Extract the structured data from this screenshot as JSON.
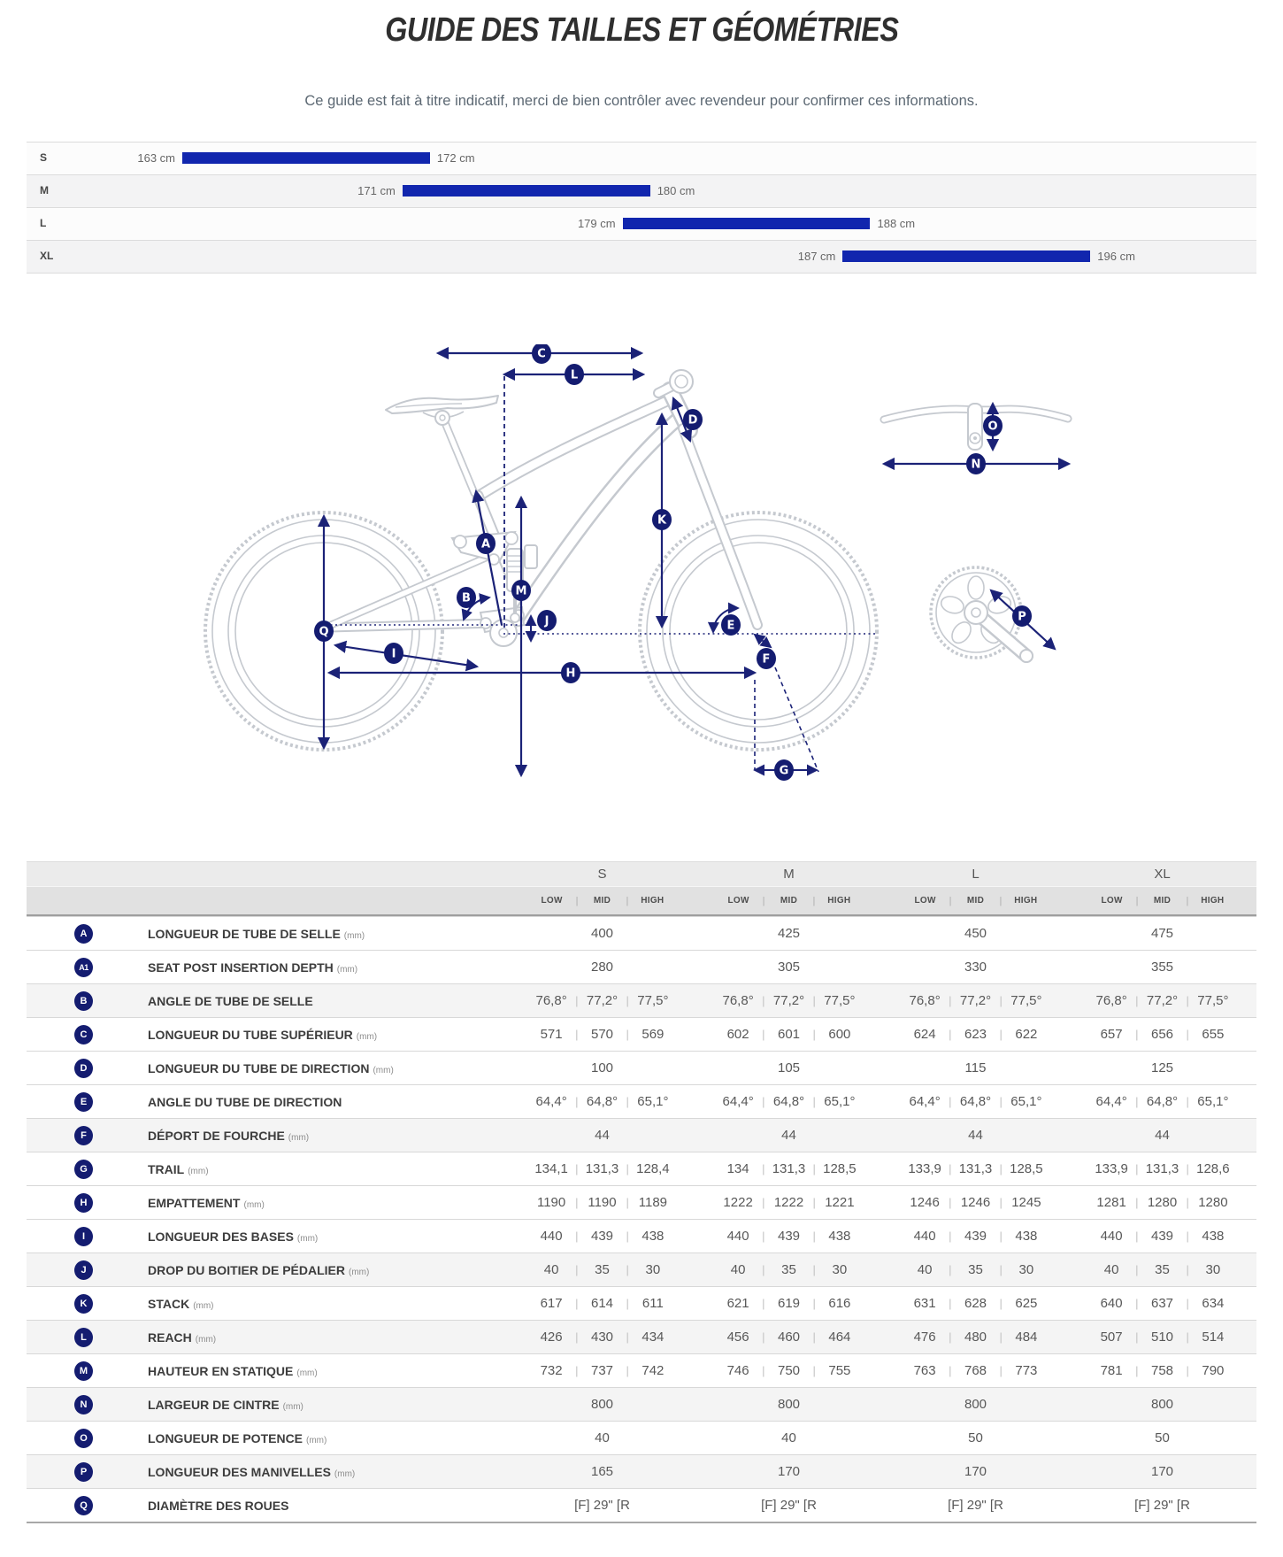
{
  "page": {
    "title": "GUIDE DES TAILLES ET GÉOMÉTRIES",
    "subtitle": "Ce guide est fait à titre indicatif, merci de bien contrôler avec revendeur pour confirmer ces informations."
  },
  "size_chart": {
    "unit": "cm",
    "rows": [
      {
        "size": "S",
        "min_cm": 163,
        "max_cm": 172,
        "min_label": "163 cm",
        "max_label": "172 cm"
      },
      {
        "size": "M",
        "min_cm": 171,
        "max_cm": 180,
        "min_label": "171 cm",
        "max_label": "180 cm"
      },
      {
        "size": "L",
        "min_cm": 179,
        "max_cm": 188,
        "min_label": "179 cm",
        "max_label": "188 cm"
      },
      {
        "size": "XL",
        "min_cm": 187,
        "max_cm": 196,
        "min_label": "187 cm",
        "max_label": "196 cm"
      }
    ]
  },
  "diagram": {
    "badges": [
      "A",
      "B",
      "C",
      "D",
      "E",
      "F",
      "G",
      "H",
      "I",
      "J",
      "K",
      "L",
      "M",
      "N",
      "O",
      "P",
      "Q"
    ]
  },
  "table": {
    "size_columns": [
      "S",
      "M",
      "L",
      "XL"
    ],
    "position_columns": [
      "LOW",
      "MID",
      "HIGH"
    ],
    "rows": [
      {
        "letter": "A",
        "label": "LONGUEUR DE TUBE DE SELLE",
        "unit": "(mm)",
        "shaded": false,
        "values": [
          [
            "400"
          ],
          [
            "425"
          ],
          [
            "450"
          ],
          [
            "475"
          ]
        ]
      },
      {
        "letter": "A1",
        "label": "SEAT POST INSERTION DEPTH",
        "unit": "(mm)",
        "shaded": false,
        "values": [
          [
            "280"
          ],
          [
            "305"
          ],
          [
            "330"
          ],
          [
            "355"
          ]
        ]
      },
      {
        "letter": "B",
        "label": "ANGLE DE TUBE DE SELLE",
        "unit": "",
        "shaded": true,
        "values": [
          [
            "76,8°",
            "77,2°",
            "77,5°"
          ],
          [
            "76,8°",
            "77,2°",
            "77,5°"
          ],
          [
            "76,8°",
            "77,2°",
            "77,5°"
          ],
          [
            "76,8°",
            "77,2°",
            "77,5°"
          ]
        ]
      },
      {
        "letter": "C",
        "label": "LONGUEUR DU TUBE SUPÉRIEUR",
        "unit": "(mm)",
        "shaded": false,
        "values": [
          [
            "571",
            "570",
            "569"
          ],
          [
            "602",
            "601",
            "600"
          ],
          [
            "624",
            "623",
            "622"
          ],
          [
            "657",
            "656",
            "655"
          ]
        ]
      },
      {
        "letter": "D",
        "label": "LONGUEUR DU TUBE DE DIRECTION",
        "unit": "(mm)",
        "shaded": false,
        "values": [
          [
            "100"
          ],
          [
            "105"
          ],
          [
            "115"
          ],
          [
            "125"
          ]
        ]
      },
      {
        "letter": "E",
        "label": "ANGLE DU TUBE DE DIRECTION",
        "unit": "",
        "shaded": false,
        "values": [
          [
            "64,4°",
            "64,8°",
            "65,1°"
          ],
          [
            "64,4°",
            "64,8°",
            "65,1°"
          ],
          [
            "64,4°",
            "64,8°",
            "65,1°"
          ],
          [
            "64,4°",
            "64,8°",
            "65,1°"
          ]
        ]
      },
      {
        "letter": "F",
        "label": "DÉPORT DE FOURCHE",
        "unit": "(mm)",
        "shaded": true,
        "values": [
          [
            "44"
          ],
          [
            "44"
          ],
          [
            "44"
          ],
          [
            "44"
          ]
        ]
      },
      {
        "letter": "G",
        "label": "TRAIL",
        "unit": "(mm)",
        "shaded": false,
        "values": [
          [
            "134,1",
            "131,3",
            "128,4"
          ],
          [
            "134",
            "131,3",
            "128,5"
          ],
          [
            "133,9",
            "131,3",
            "128,5"
          ],
          [
            "133,9",
            "131,3",
            "128,6"
          ]
        ]
      },
      {
        "letter": "H",
        "label": "EMPATTEMENT",
        "unit": "(mm)",
        "shaded": false,
        "values": [
          [
            "1190",
            "1190",
            "1189"
          ],
          [
            "1222",
            "1222",
            "1221"
          ],
          [
            "1246",
            "1246",
            "1245"
          ],
          [
            "1281",
            "1280",
            "1280"
          ]
        ]
      },
      {
        "letter": "I",
        "label": "LONGUEUR DES BASES",
        "unit": "(mm)",
        "shaded": false,
        "values": [
          [
            "440",
            "439",
            "438"
          ],
          [
            "440",
            "439",
            "438"
          ],
          [
            "440",
            "439",
            "438"
          ],
          [
            "440",
            "439",
            "438"
          ]
        ]
      },
      {
        "letter": "J",
        "label": "DROP DU BOITIER DE PÉDALIER",
        "unit": "(mm)",
        "shaded": true,
        "values": [
          [
            "40",
            "35",
            "30"
          ],
          [
            "40",
            "35",
            "30"
          ],
          [
            "40",
            "35",
            "30"
          ],
          [
            "40",
            "35",
            "30"
          ]
        ]
      },
      {
        "letter": "K",
        "label": "STACK",
        "unit": "(mm)",
        "shaded": false,
        "values": [
          [
            "617",
            "614",
            "611"
          ],
          [
            "621",
            "619",
            "616"
          ],
          [
            "631",
            "628",
            "625"
          ],
          [
            "640",
            "637",
            "634"
          ]
        ]
      },
      {
        "letter": "L",
        "label": "REACH",
        "unit": "(mm)",
        "shaded": true,
        "values": [
          [
            "426",
            "430",
            "434"
          ],
          [
            "456",
            "460",
            "464"
          ],
          [
            "476",
            "480",
            "484"
          ],
          [
            "507",
            "510",
            "514"
          ]
        ]
      },
      {
        "letter": "M",
        "label": "HAUTEUR EN STATIQUE",
        "unit": "(mm)",
        "shaded": false,
        "values": [
          [
            "732",
            "737",
            "742"
          ],
          [
            "746",
            "750",
            "755"
          ],
          [
            "763",
            "768",
            "773"
          ],
          [
            "781",
            "758",
            "790"
          ]
        ]
      },
      {
        "letter": "N",
        "label": "LARGEUR DE CINTRE",
        "unit": "(mm)",
        "shaded": true,
        "values": [
          [
            "800"
          ],
          [
            "800"
          ],
          [
            "800"
          ],
          [
            "800"
          ]
        ]
      },
      {
        "letter": "O",
        "label": "LONGUEUR DE POTENCE",
        "unit": "(mm)",
        "shaded": false,
        "values": [
          [
            "40"
          ],
          [
            "40"
          ],
          [
            "50"
          ],
          [
            "50"
          ]
        ]
      },
      {
        "letter": "P",
        "label": "LONGUEUR DES MANIVELLES",
        "unit": "(mm)",
        "shaded": true,
        "values": [
          [
            "165"
          ],
          [
            "170"
          ],
          [
            "170"
          ],
          [
            "170"
          ]
        ]
      },
      {
        "letter": "Q",
        "label": "DIAMÈTRE DES ROUES",
        "unit": "",
        "shaded": false,
        "values": [
          [
            "[F] 29\" [R"
          ],
          [
            "[F] 29\" [R"
          ],
          [
            "[F] 29\" [R"
          ],
          [
            "[F] 29\" [R"
          ]
        ]
      }
    ]
  },
  "colors": {
    "accent_navy": "#1b2277",
    "badge_navy": "#141c70",
    "bar_blue": "#1126ae",
    "diagram_gray": "#c5c9cf"
  }
}
